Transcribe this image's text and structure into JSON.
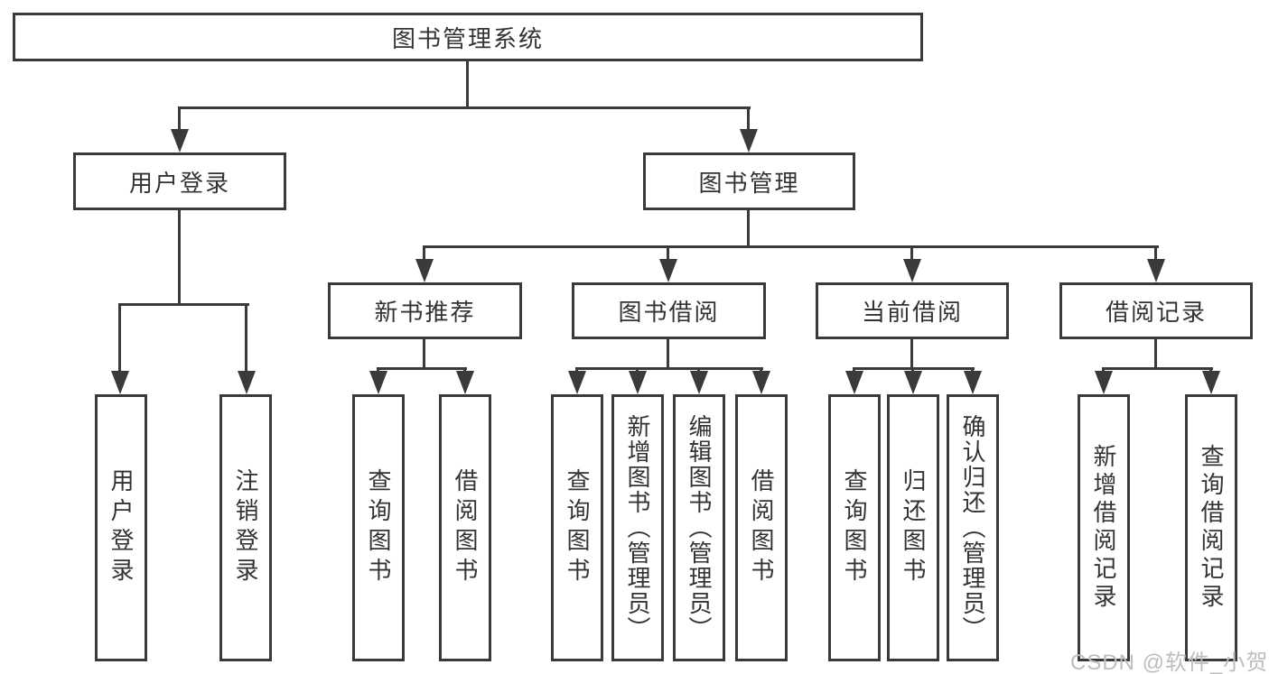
{
  "tree": {
    "root": "图书管理系统",
    "branches": [
      {
        "label": "用户登录",
        "children": [
          "用户登录",
          "注销登录"
        ]
      },
      {
        "label": "图书管理",
        "groups": [
          {
            "label": "新书推荐",
            "children": [
              "查询图书",
              "借阅图书"
            ]
          },
          {
            "label": "图书借阅",
            "children": [
              "查询图书",
              "新增图书（管理员）",
              "编辑图书（管理员）",
              "借阅图书"
            ]
          },
          {
            "label": "当前借阅",
            "children": [
              "查询图书",
              "归还图书",
              "确认归还（管理员）"
            ]
          },
          {
            "label": "借阅记录",
            "children": [
              "新增借阅记录",
              "查询借阅记录"
            ]
          }
        ]
      }
    ]
  },
  "watermark": {
    "text": "CSDN @软件_小贺同学"
  },
  "colors": {
    "line": "#3a3a3a",
    "text": "#333333",
    "watermark": "#bdbdbd",
    "background": "#ffffff"
  }
}
